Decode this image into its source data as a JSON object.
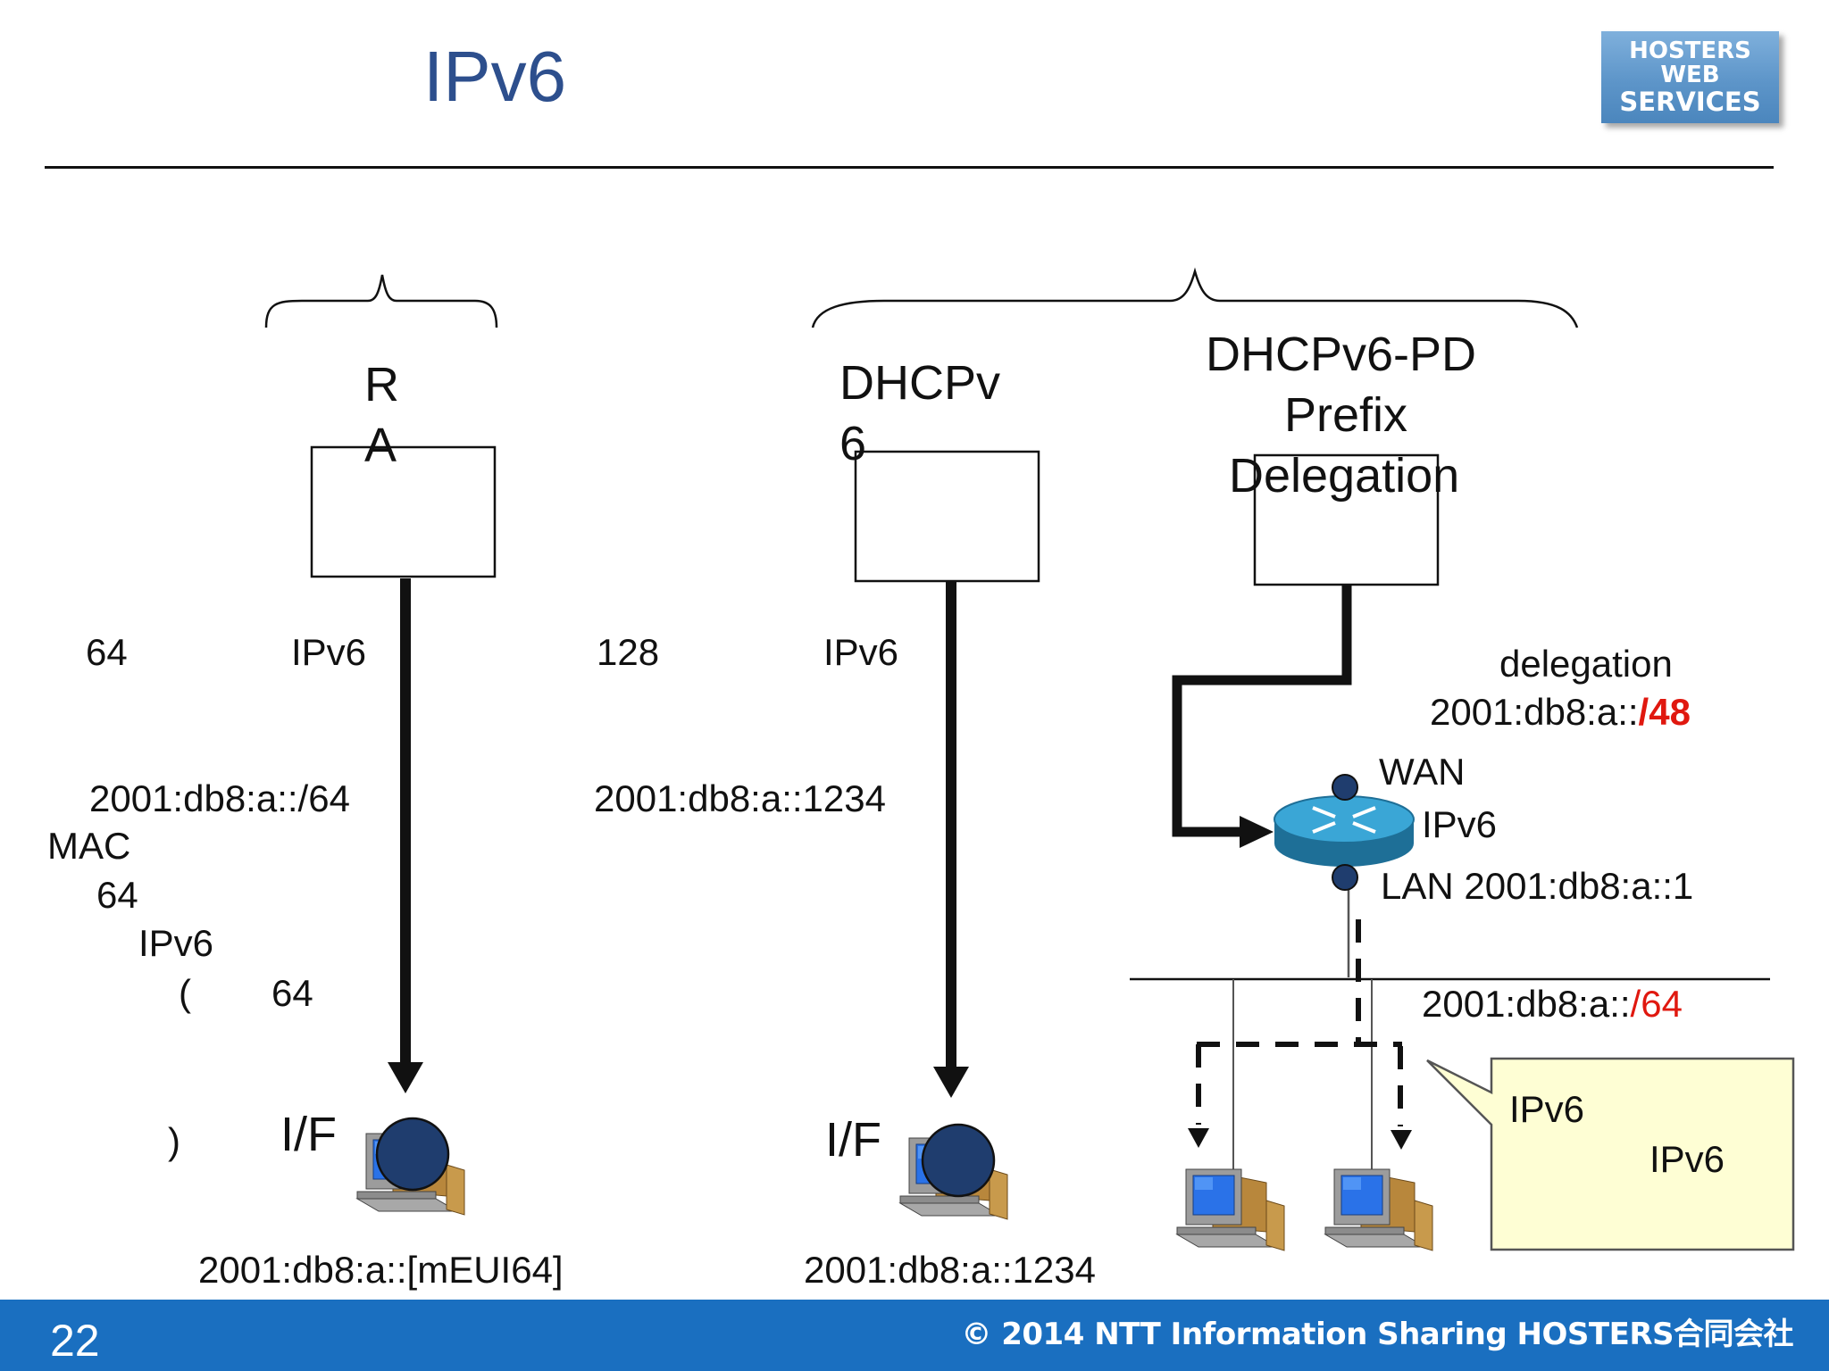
{
  "slide": {
    "title": "IPv6",
    "logo": {
      "line1": "HOSTERS",
      "line2": "WEB",
      "line3": "SERVICES"
    },
    "page_number": "22",
    "copyright": "© 2014 NTT Information Sharing  HOSTERS合同会社"
  },
  "ra": {
    "label_r": "R",
    "label_a": "A",
    "desc_bits": "64",
    "desc_ipv6": "IPv6",
    "prefix": "2001:db8:a::/64",
    "mac": "MAC",
    "bits2": "64",
    "ipv6_2": "IPv6",
    "paren_open": "(",
    "bits3": "64",
    "paren_close": ")",
    "if_label": "I/F",
    "host_address": "2001:db8:a::[mEUI64]"
  },
  "dhcpv6": {
    "label_line1": "DHCPv",
    "label_line2": "6",
    "desc_bits": "128",
    "desc_ipv6": "IPv6",
    "address": "2001:db8:a::1234",
    "if_label": "I/F",
    "host_address": "2001:db8:a::1234"
  },
  "pd": {
    "title_line1": "DHCPv6-PD",
    "title_line2": "Prefix",
    "title_line3": "Delegation",
    "delegation_label": "delegation",
    "delegated_prefix_base": "2001:db8:a::",
    "delegated_prefix_len": "/48",
    "wan_label": "WAN",
    "ipv6_label": "IPv6",
    "lan_label": "LAN 2001:db8:a::1",
    "lan_prefix_base": "2001:db8:a::",
    "lan_prefix_len": "/64",
    "callout_line1": "IPv6",
    "callout_line2": "IPv6"
  },
  "colors": {
    "title": "#2d4f8d",
    "footer": "#1a6fc0",
    "accent_red": "#e0180f",
    "interface_dot": "#1f3d6e",
    "callout_fill": "#fefed4"
  },
  "icons": [
    "router-icon",
    "computer-icon",
    "interface-dot-icon"
  ]
}
